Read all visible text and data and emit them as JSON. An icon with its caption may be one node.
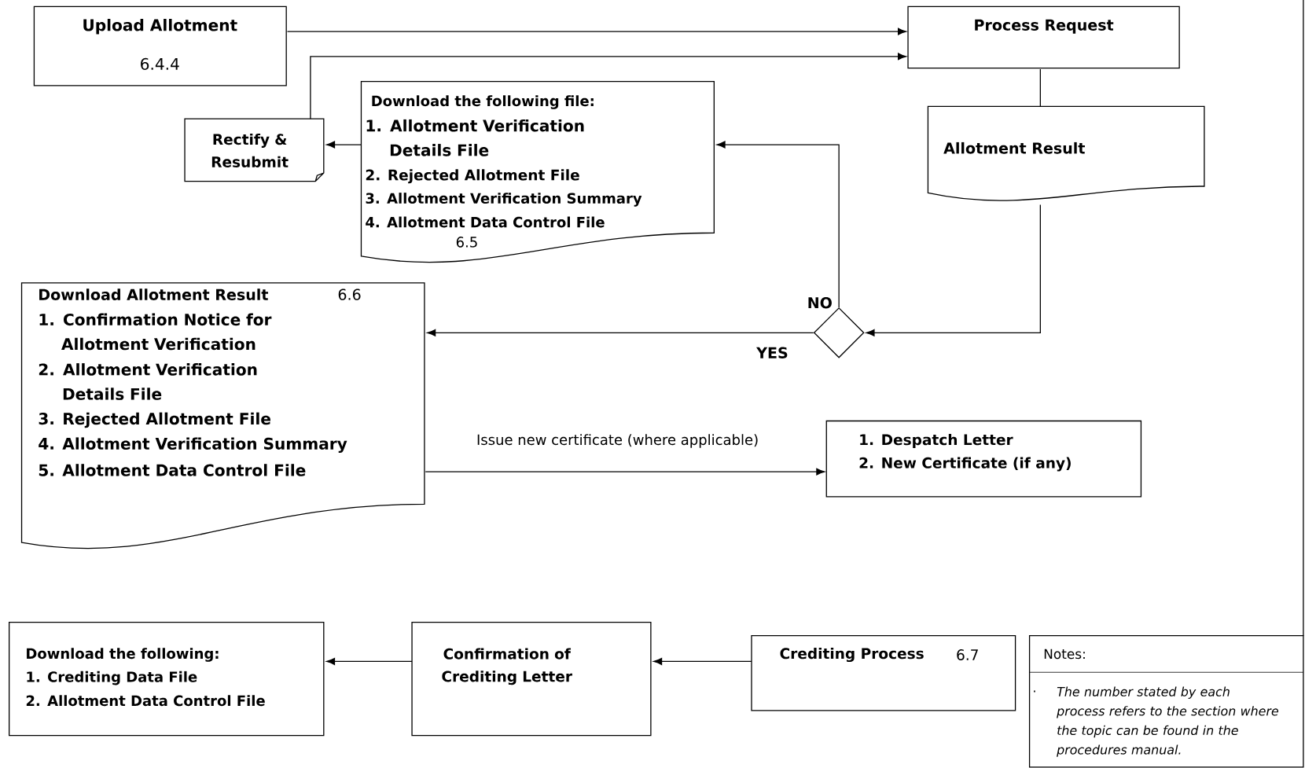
{
  "diagram": {
    "nodes": [
      {
        "text": [
          "Upload Allotment",
          "6.4.4"
        ]
      },
      {
        "text": [
          "Process Request"
        ]
      },
      {
        "text": [
          "Download the following file:",
          "1. Allotment Verification Details File",
          "2. Rejected Allotment File",
          "3. Allotment Verification Summary",
          "4. Allotment Data Control File",
          "6.5"
        ]
      },
      {
        "text": [
          "Rectify & Resubmit"
        ]
      },
      {
        "text": [
          "Allotment Result"
        ]
      },
      {
        "text": [],
        "shape": "diamond"
      },
      {
        "text": [
          "Download Allotment Result",
          "6.6",
          "1. Confirmation Notice for Allotment Verification",
          "2. Allotment Verification Details File",
          "3. Rejected Allotment File",
          "4. Allotment Verification Summary",
          "5. Allotment Data Control File"
        ]
      },
      {
        "text": [
          "1. Despatch Letter",
          "2. New Certificate (if any)"
        ]
      },
      {
        "text": [
          "Download the following:",
          "1. Crediting Data File",
          "2. Allotment Data Control File"
        ]
      },
      {
        "text": [
          "Confirmation of Crediting Letter"
        ]
      },
      {
        "text": [
          "Crediting Process",
          "6.7"
        ]
      },
      {
        "text": [
          "Notes:",
          ".",
          "The number stated by each process refers to the section where the topic can be found in the procedures manual."
        ]
      }
    ],
    "edges": [
      {
        "from": 0,
        "to": 1,
        "arrow": "to"
      },
      {
        "from": 3,
        "to": 1,
        "arrow": "to"
      },
      {
        "from": 2,
        "to": 3,
        "arrow": "to"
      },
      {
        "from": 1,
        "to": 4,
        "arrow": "none"
      },
      {
        "from": 4,
        "to": 5,
        "arrow": "to"
      },
      {
        "from": 5,
        "to": 2,
        "arrow": "to",
        "label": "NO"
      },
      {
        "from": 5,
        "to": 6,
        "arrow": "to",
        "label": "YES"
      },
      {
        "from": 6,
        "to": 7,
        "arrow": "to",
        "label": "Issue new certificate (where applicable)"
      },
      {
        "from": 10,
        "to": 9,
        "arrow": "to"
      },
      {
        "from": 9,
        "to": 8,
        "arrow": "to"
      }
    ]
  }
}
